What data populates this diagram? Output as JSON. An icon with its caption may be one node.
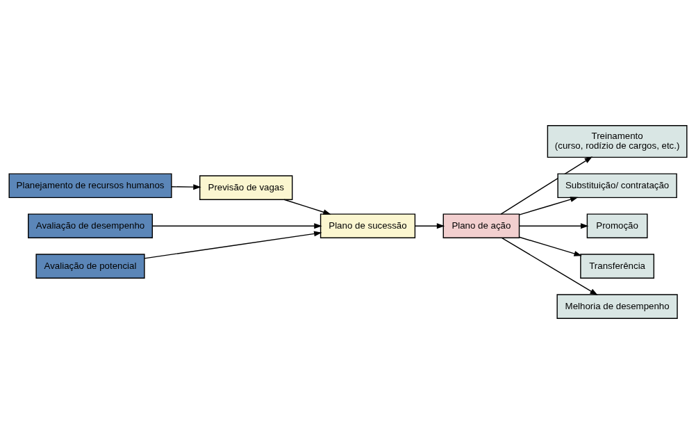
{
  "diagram": {
    "nodes": [
      {
        "text": [
          "Planejamento de recursos humanos"
        ]
      },
      {
        "text": [
          "Previsão de vagas"
        ]
      },
      {
        "text": [
          "Avaliação de desempenho"
        ]
      },
      {
        "text": [
          "Plano de sucessão"
        ]
      },
      {
        "text": [
          "Avaliação de potencial"
        ]
      },
      {
        "text": [
          "Plano de ação"
        ]
      },
      {
        "text": [
          "Treinamento",
          "(curso, rodízio de cargos, etc.)"
        ]
      },
      {
        "text": [
          "Substituição/ contratação"
        ]
      },
      {
        "text": [
          "Promoção"
        ]
      },
      {
        "text": [
          "Transferência"
        ]
      },
      {
        "text": [
          "Melhoria de desempenho"
        ]
      }
    ],
    "edges": [
      {
        "from": 0,
        "to": 1,
        "arrow": "to"
      },
      {
        "from": 1,
        "to": 3,
        "arrow": "to"
      },
      {
        "from": 2,
        "to": 3,
        "arrow": "to"
      },
      {
        "from": 4,
        "to": 3,
        "arrow": "to"
      },
      {
        "from": 3,
        "to": 5,
        "arrow": "to"
      },
      {
        "from": 5,
        "to": 6,
        "arrow": "to"
      },
      {
        "from": 5,
        "to": 7,
        "arrow": "to"
      },
      {
        "from": 5,
        "to": 8,
        "arrow": "to"
      },
      {
        "from": 5,
        "to": 9,
        "arrow": "to"
      },
      {
        "from": 5,
        "to": 10,
        "arrow": "to"
      }
    ]
  }
}
